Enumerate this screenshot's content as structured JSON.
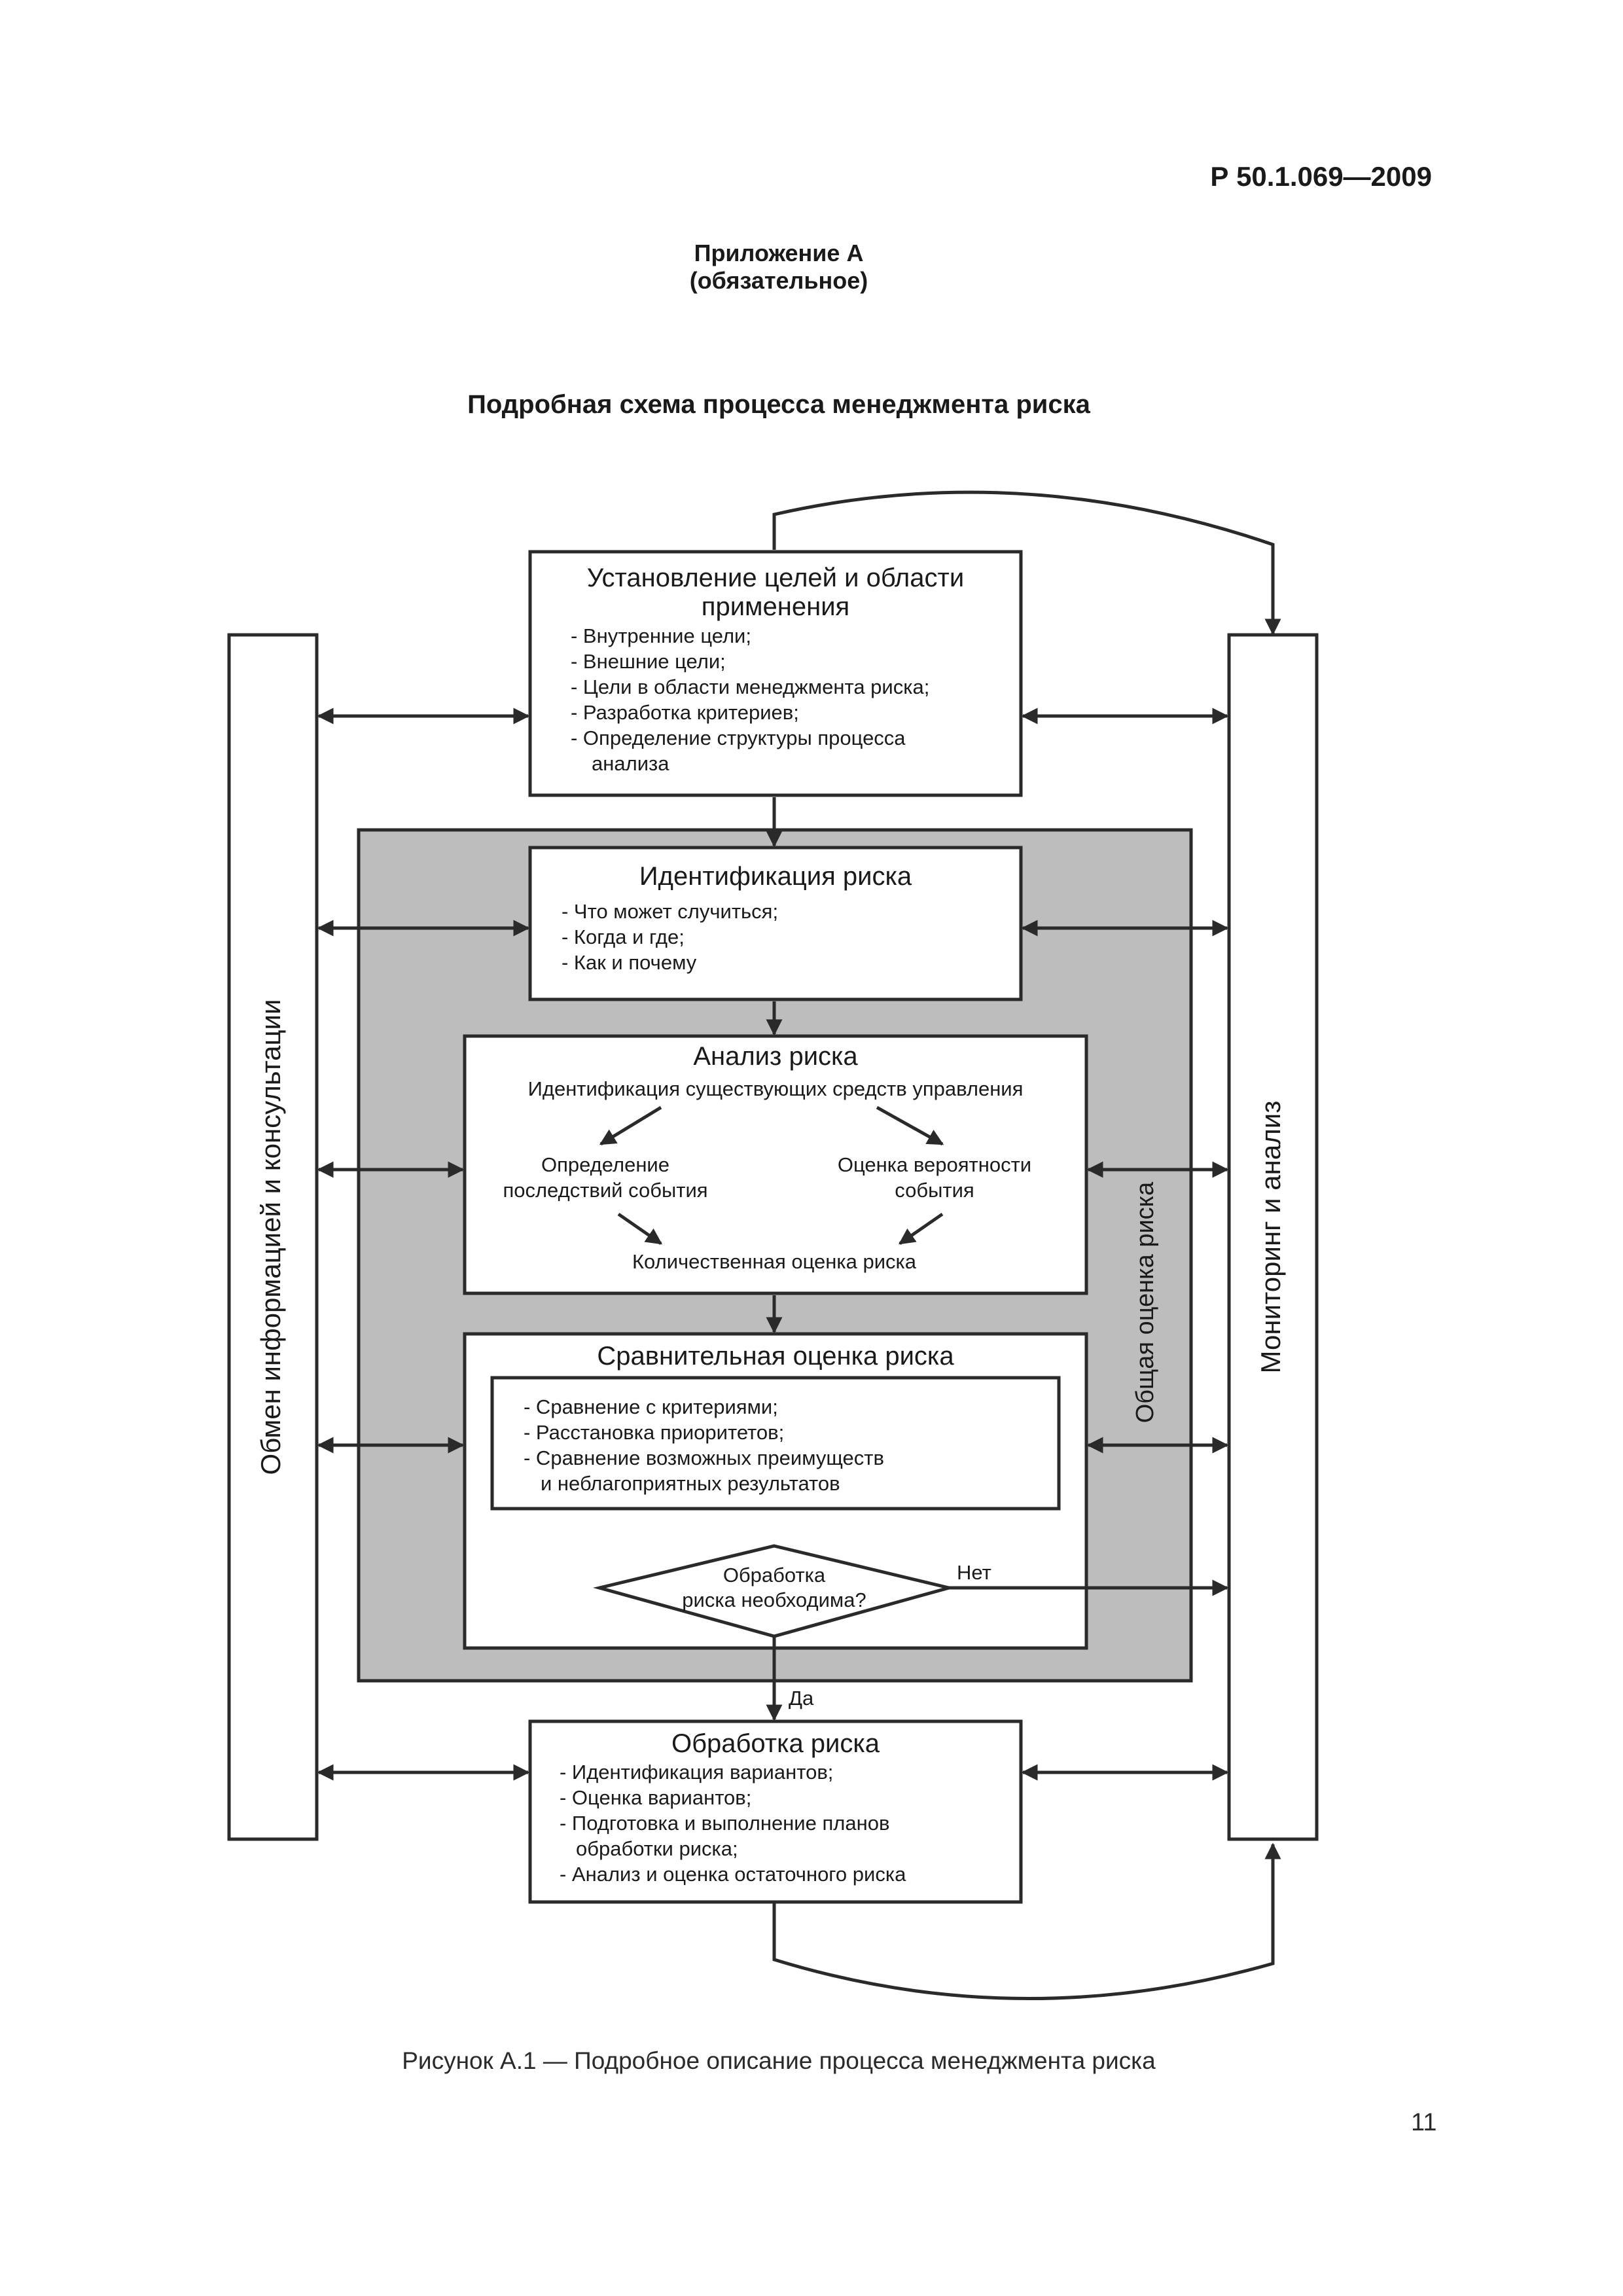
{
  "document": {
    "number": "Р 50.1.069—2009",
    "appendix_title": "Приложение А",
    "appendix_status": "(обязательное)",
    "scheme_title": "Подробная схема процесса менеджмента риска",
    "figure_caption": "Рисунок А.1 — Подробное описание процесса менеджмента риска",
    "page_number": "11"
  },
  "diagram": {
    "left_panel": "Обмен информацией и консультации",
    "right_panel": "Мониторинг и анализ",
    "assessment_label": "Общая оценка риска",
    "context_box": {
      "title_line1": "Установление целей и области",
      "title_line2": "применения",
      "items": [
        "- Внутренние цели;",
        "- Внешние цели;",
        "- Цели в области менеджмента риска;",
        "- Разработка критериев;",
        "- Определение структуры процесса",
        "анализа"
      ]
    },
    "identification_box": {
      "title": "Идентификация риска",
      "items": [
        "- Что может случиться;",
        "- Когда и где;",
        "- Как и почему"
      ]
    },
    "analysis_box": {
      "title": "Анализ риска",
      "subtitle": "Идентификация существующих средств управления",
      "left_line1": "Определение",
      "left_line2": "последствий события",
      "right_line1": "Оценка вероятности",
      "right_line2": "события",
      "bottom": "Количественная оценка риска"
    },
    "evaluation_box": {
      "title": "Сравнительная оценка риска",
      "items": [
        "- Сравнение с критериями;",
        "- Расстановка приоритетов;",
        "- Сравнение возможных преимуществ",
        "и неблагоприятных результатов"
      ],
      "decision_line1": "Обработка",
      "decision_line2": "риска необходима?",
      "no_label": "Нет",
      "yes_label": "Да"
    },
    "treatment_box": {
      "title": "Обработка риска",
      "items": [
        "- Идентификация вариантов;",
        "- Оценка вариантов;",
        "- Подготовка и выполнение планов",
        "обработки риска;",
        "- Анализ и оценка остаточного риска"
      ]
    },
    "colors": {
      "assessment_fill": "#bdbdbd",
      "line": "#2a2a2a"
    }
  }
}
